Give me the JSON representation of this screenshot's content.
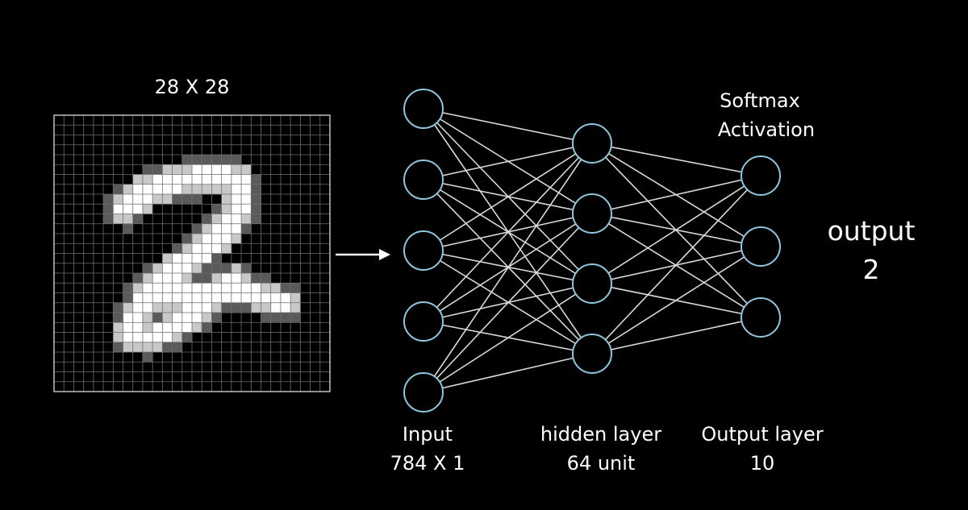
{
  "labels": {
    "grid_size": "28 X 28",
    "softmax_line1": "Softmax",
    "softmax_line2": "Activation",
    "output_word": "output",
    "output_value": "2",
    "input_line1": "Input",
    "input_line2": "784 X 1",
    "hidden_line1": "hidden layer",
    "hidden_line2": "64 unit",
    "outlayer_line1": "Output layer",
    "outlayer_line2": "10"
  },
  "colors": {
    "background": "#000000",
    "node_stroke": "#8fc6df",
    "edge": "#d9d9d9",
    "grid_line": "#6e6e6e",
    "text": "#ffffff"
  },
  "network": {
    "input_nodes": 5,
    "hidden_nodes": 4,
    "output_nodes": 3
  },
  "digit_image": {
    "depicted_digit": "handwritten-2"
  }
}
